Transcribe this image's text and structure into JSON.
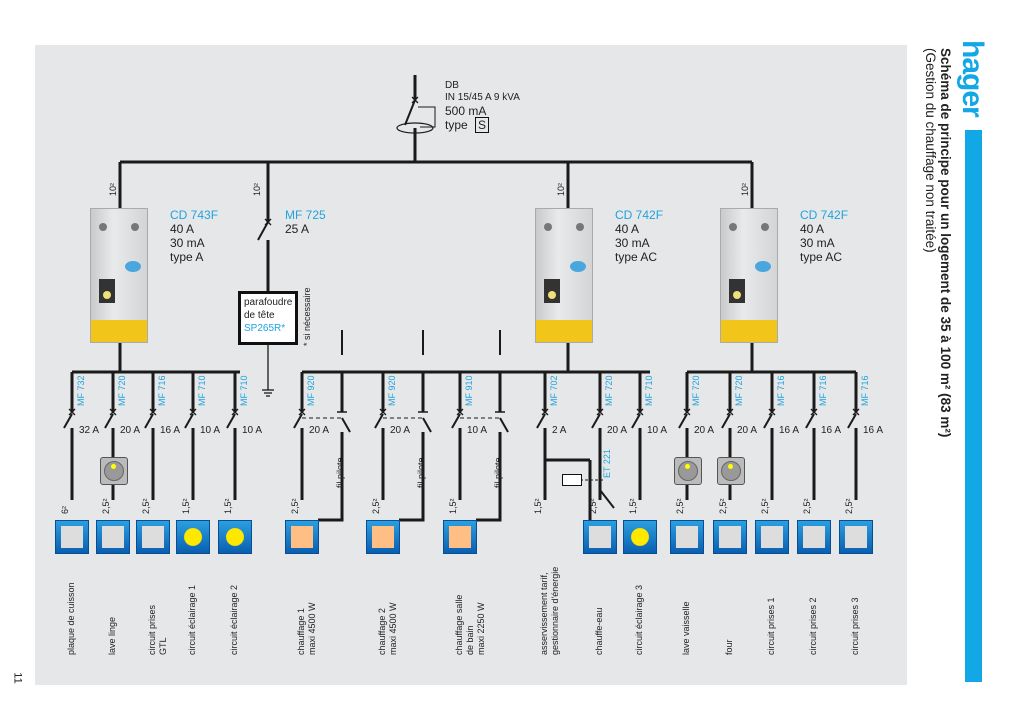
{
  "page": {
    "brand": "hager",
    "title_bold": "Schéma de principe pour un logement de 35 à 100 m² (83 m²)",
    "subtitle": "(Gestion du chauffage non traitée)",
    "page_number": "11",
    "accent_color": "#12a8e6"
  },
  "main_breaker": {
    "ref": "DB",
    "rating": "IN 15/45 A 9 kVA",
    "sensitivity": "500 mA",
    "type_prefix": "type",
    "type_badge": "S"
  },
  "rcds": [
    {
      "ref": "CD 743F",
      "current": "40 A",
      "sensitivity": "30 mA",
      "type": "type A",
      "cable": "10²"
    },
    {
      "ref": "CD 742F",
      "current": "40 A",
      "sensitivity": " 30 mA",
      "type": "type AC",
      "cable": "10²"
    },
    {
      "ref": "CD 742F",
      "current": "40 A",
      "sensitivity": " 30 mA",
      "type": "type AC",
      "cable": "10²"
    }
  ],
  "surge": {
    "breaker_ref": "MF 725",
    "breaker_rating": "25 A",
    "cable": "10²",
    "line1": "parafoudre",
    "line2": "de tête",
    "ref": "SP265R*",
    "note": "* si nécessaire"
  },
  "circuits": [
    {
      "breaker": "MF 732",
      "rating": "32 A",
      "cable": "6²",
      "icon": "cooktop-icon",
      "label": "plaque de cuisson"
    },
    {
      "breaker": "MF 720",
      "rating": "20 A",
      "cable": "2,5²",
      "icon": "washing-machine-icon",
      "label": "lave linge",
      "socket": true
    },
    {
      "breaker": "MF 716",
      "rating": "16 A",
      "cable": "2,5²",
      "icon": "socket-icon",
      "label": "circuit prises\nGTL"
    },
    {
      "breaker": "MF 710",
      "rating": "10 A",
      "cable": "1,5²",
      "icon": "light-icon",
      "label": "circuit éclairage 1"
    },
    {
      "breaker": "MF 710",
      "rating": "10 A",
      "cable": "1,5²",
      "icon": "light-icon",
      "label": "circuit éclairage 2"
    },
    {
      "breaker": "MF 920",
      "rating": "20 A",
      "cable": "2,5²",
      "icon": "radiator-icon",
      "label": "chauffage 1\nmaxi 4500 W",
      "pilot": "fil pilote"
    },
    {
      "breaker": "MF 920",
      "rating": "20 A",
      "cable": "2,5²",
      "icon": "radiator-icon",
      "label": "chauffage 2\nmaxi 4500 W",
      "pilot": "fil pilote"
    },
    {
      "breaker": "MF 910",
      "rating": "10 A",
      "cable": "1,5²",
      "icon": "radiator-icon",
      "label": "chauffage salle\nde bain\nmaxi 2250 W",
      "pilot": "fil pilote"
    },
    {
      "breaker": "MF 702",
      "rating": "2 A",
      "cable": "1,5²",
      "icon": "",
      "label": "asservissement tarif,\ngestionnaire d'énergie"
    },
    {
      "breaker": "MF 720",
      "rating": "20 A",
      "cable": "2,5²",
      "icon": "water-heater-icon",
      "label": "chauffe-eau",
      "contactor": "ET 221"
    },
    {
      "breaker": "MF 710",
      "rating": "10 A",
      "cable": "1,5²",
      "icon": "light-icon",
      "label": "circuit éclairage 3"
    },
    {
      "breaker": "MF 720",
      "rating": "20 A",
      "cable": "2,5²",
      "icon": "dishwasher-icon",
      "label": "lave vaisselle",
      "socket": true
    },
    {
      "breaker": "MF 720",
      "rating": "20 A",
      "cable": "2,5²",
      "icon": "oven-icon",
      "label": "four",
      "socket": true
    },
    {
      "breaker": "MF 716",
      "rating": "16 A",
      "cable": "2,5²",
      "icon": "socket-icon",
      "label": "circuit prises 1"
    },
    {
      "breaker": "MF 716",
      "rating": "16 A",
      "cable": "2,5²",
      "icon": "socket-icon",
      "label": "circuit prises 2"
    },
    {
      "breaker": "MF 716",
      "rating": "16 A",
      "cable": "2,5²",
      "icon": "socket-icon",
      "label": "circuit prises 3"
    }
  ]
}
